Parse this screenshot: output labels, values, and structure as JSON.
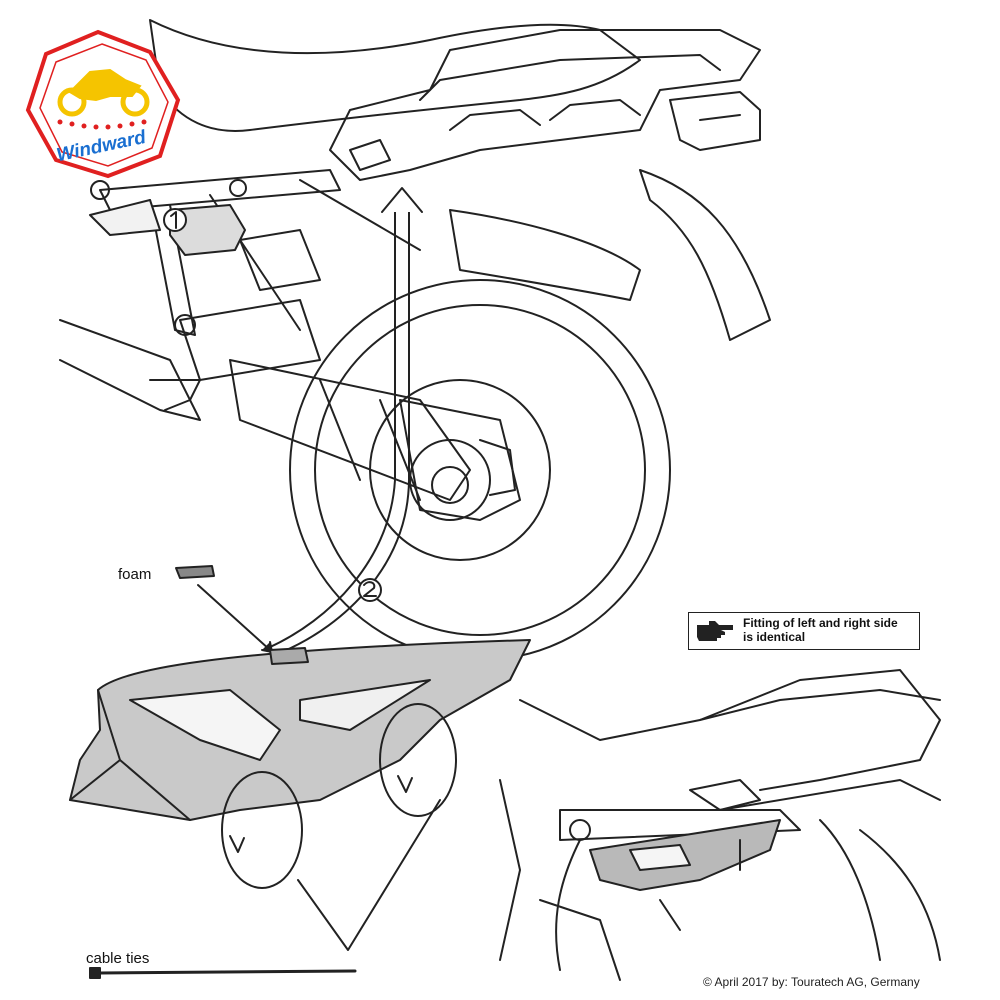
{
  "logo": {
    "brand": "Windward",
    "colors": {
      "ring": "#e02020",
      "moto": "#f5c400",
      "text": "#1a6fd1"
    }
  },
  "steps": [
    {
      "number": "1"
    },
    {
      "number": "2"
    }
  ],
  "labels": {
    "foam": "foam",
    "cable_ties": "cable ties"
  },
  "note": {
    "icon": "pointing-hand-icon",
    "line1": "Fitting of left and right side",
    "line2": "is identical"
  },
  "copyright": "© April 2017 by: Touratech AG, Germany"
}
